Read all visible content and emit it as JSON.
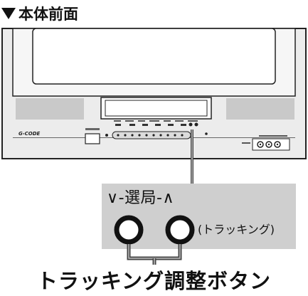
{
  "heading": {
    "title": "本体前面"
  },
  "callout": {
    "channel_label": "∨-選局-∧",
    "tracking_note": "(トラッキング)"
  },
  "caption": {
    "title": "トラッキング調整ボタン"
  },
  "panel": {
    "logo": "G-CODE"
  }
}
